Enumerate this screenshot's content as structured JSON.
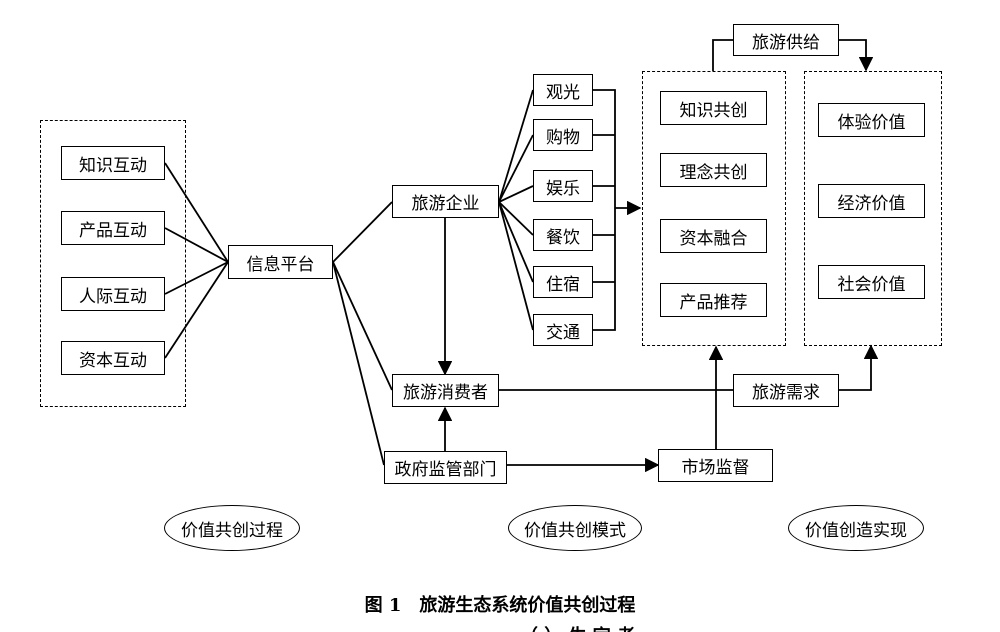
{
  "left_group": [
    "知识互动",
    "产品互动",
    "人际互动",
    "资本互动"
  ],
  "info_platform": "信息平台",
  "enterprise": "旅游企业",
  "consumer": "旅游消费者",
  "government": "政府监管部门",
  "services": [
    "观光",
    "购物",
    "娱乐",
    "餐饮",
    "住宿",
    "交通"
  ],
  "supply": "旅游供给",
  "demand": "旅游需求",
  "market": "市场监督",
  "mid_group": [
    "知识共创",
    "理念共创",
    "资本融合",
    "产品推荐"
  ],
  "right_group": [
    "体验价值",
    "经济价值",
    "社会价值"
  ],
  "stages": [
    "价值共创过程",
    "价值共创模式",
    "价值创造实现"
  ],
  "caption": {
    "fig": "图 1",
    "title": "旅游生态系统价值共创过程"
  },
  "cut_text": "（  ）  生 宇 者"
}
